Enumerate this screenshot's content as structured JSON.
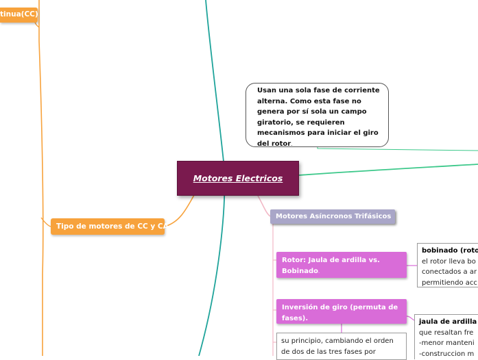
{
  "central": {
    "title": "Motores Electricos"
  },
  "left": {
    "top_partial": "tinua(CC)",
    "tipo": "Tipo de motores de CC y CA"
  },
  "monofasico_note": {
    "text_main": "Usan una sola fase de corriente alterna. Como esta fase no genera por sí sola un campo giratorio, se requieren mecanismos para iniciar el giro del rotor",
    "text_end": "."
  },
  "asincronos": {
    "label": "Motores Asíncronos Trifásicos"
  },
  "rotor": {
    "label_main": "Rotor: Jaula de ardilla vs. Bobinado",
    "label_end": "."
  },
  "inversion": {
    "label": "Inversión de giro (permuta de fases)."
  },
  "principio_note": {
    "text": "su principio, cambiando el orden de dos de las tres fases por"
  },
  "bobinado_note": {
    "title": "bobinado (roto",
    "lines": [
      "el rotor lleva bo",
      "conectados a ar",
      "permitiendo acc"
    ]
  },
  "jaula_note": {
    "title": "jaula de ardilla",
    "lines": [
      "que resaltan fre",
      "-menor manteni",
      "-construccion m"
    ]
  },
  "colors": {
    "teal_branch": "#1ea39a",
    "green_branch": "#3cc88a",
    "orange_branch": "#f7a23c",
    "pink_branch": "#f2b8c6",
    "central_fill": "#7a1a4e"
  }
}
